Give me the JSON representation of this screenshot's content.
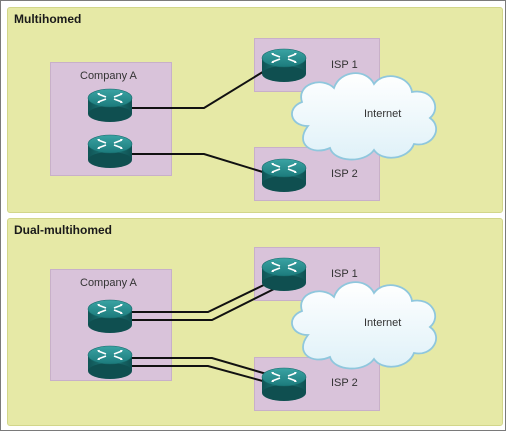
{
  "panels": [
    {
      "title": "Multihomed",
      "company_label": "Company A",
      "isp1_label": "ISP 1",
      "isp2_label": "ISP 2",
      "cloud_label": "Internet",
      "links_per_connection": 1
    },
    {
      "title": "Dual-multihomed",
      "company_label": "Company A",
      "isp1_label": "ISP 1",
      "isp2_label": "ISP 2",
      "cloud_label": "Internet",
      "links_per_connection": 2
    }
  ],
  "colors": {
    "panel_bg": "#e6e9a6",
    "box_bg": "#d9c3da",
    "router": "#1f7f80",
    "cloud": "#e8f6fb"
  },
  "icons": [
    "router-icon",
    "cloud-icon"
  ]
}
